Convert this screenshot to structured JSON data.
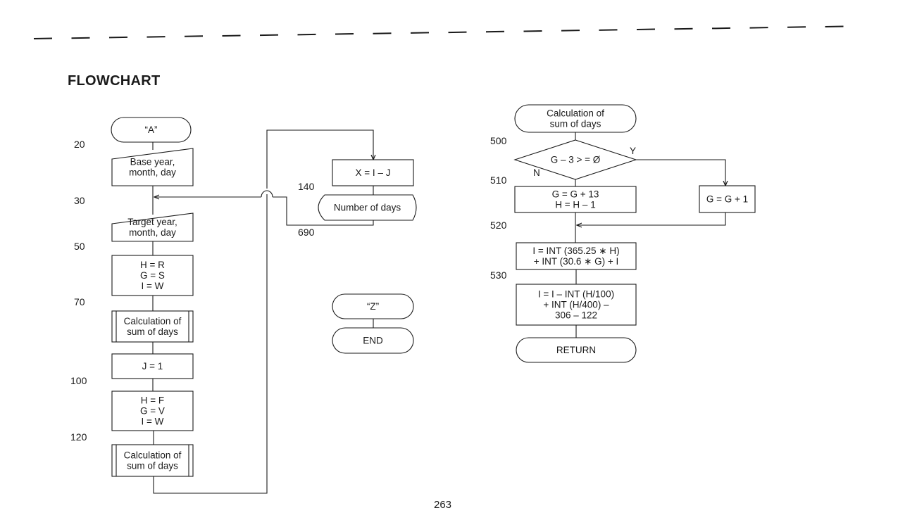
{
  "page": {
    "title": "FLOWCHART",
    "page_number": "263"
  },
  "main_flow": {
    "start_label": "“A”",
    "line_numbers": [
      "20",
      "30",
      "50",
      "70",
      "100",
      "120",
      "140",
      "690"
    ],
    "nodes": [
      {
        "id": "start-a",
        "shape": "terminal",
        "lines": [
          "“A”"
        ]
      },
      {
        "id": "input-base",
        "shape": "manual-input",
        "lines": [
          "Base year,",
          "month, day"
        ]
      },
      {
        "id": "input-target",
        "shape": "manual-input",
        "lines": [
          "Target year,",
          "month, day"
        ]
      },
      {
        "id": "assign-hgi-1",
        "shape": "process",
        "lines": [
          "H = R",
          "G = S",
          "I = W"
        ]
      },
      {
        "id": "call-sum-1",
        "shape": "subroutine",
        "lines": [
          "Calculation of",
          "sum of days"
        ]
      },
      {
        "id": "assign-j",
        "shape": "process",
        "lines": [
          "J = 1"
        ]
      },
      {
        "id": "assign-hgi-2",
        "shape": "process",
        "lines": [
          "H = F",
          "G = V",
          "I = W"
        ]
      },
      {
        "id": "call-sum-2",
        "shape": "subroutine",
        "lines": [
          "Calculation of",
          "sum of days"
        ]
      },
      {
        "id": "compute-x",
        "shape": "process",
        "lines": [
          "X = I – J"
        ]
      },
      {
        "id": "display-days",
        "shape": "display",
        "lines": [
          "Number of days"
        ]
      }
    ]
  },
  "end_flow": {
    "nodes": [
      {
        "id": "start-z",
        "shape": "terminal",
        "lines": [
          "“Z”"
        ]
      },
      {
        "id": "end",
        "shape": "terminal",
        "lines": [
          "END"
        ]
      }
    ]
  },
  "subroutine_flow": {
    "line_numbers": [
      "500",
      "510",
      "520",
      "530"
    ],
    "nodes": [
      {
        "id": "sub-start",
        "shape": "terminal",
        "lines": [
          "Calculation of",
          "sum of days"
        ]
      },
      {
        "id": "decision",
        "shape": "decision",
        "lines": [
          "G – 3 > = Ø"
        ]
      },
      {
        "id": "branch-n",
        "shape": "process",
        "lines": [
          "G = G + 13",
          "H = H – 1"
        ]
      },
      {
        "id": "branch-y",
        "shape": "process",
        "lines": [
          "G = G + 1"
        ]
      },
      {
        "id": "compute-i-1",
        "shape": "process",
        "lines": [
          "I = INT (365.25 ∗ H)",
          "+ INT (30.6 ∗ G) + I"
        ]
      },
      {
        "id": "compute-i-2",
        "shape": "process",
        "lines": [
          "I = I – INT (H/100)",
          "+ INT (H/400) –",
          "306 – 122"
        ]
      },
      {
        "id": "return",
        "shape": "terminal",
        "lines": [
          "RETURN"
        ]
      }
    ],
    "decision_yes": "Y",
    "decision_no": "N"
  }
}
